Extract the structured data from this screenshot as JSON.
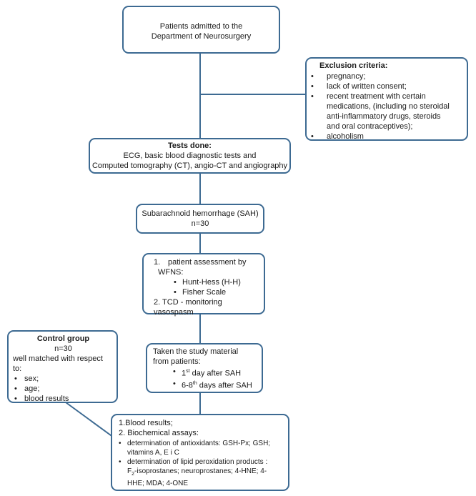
{
  "admitted": {
    "line1": "Patients admitted to the",
    "line2": "Department of Neurosurgery"
  },
  "exclusion": {
    "title": "Exclusion criteria:",
    "items": [
      "pregnancy;",
      "lack of written consent;",
      "recent treatment with certain",
      "medications, (including no steroidal",
      "anti-inflammatory drugs, steroids",
      "and oral contraceptives);",
      "alcoholism"
    ]
  },
  "tests": {
    "title": "Tests done:",
    "line1": "ECG, basic blood diagnostic tests and",
    "line2": "Computed tomography (CT), angio-CT and angiography"
  },
  "sah": {
    "line1": "Subarachnoid hemorrhage (SAH)",
    "line2": "n=30"
  },
  "assessment": {
    "item1_num": "1.",
    "item1_a": "patient assessment by",
    "item1_b": "WFNS:",
    "sub1": "Hunt-Hess (H-H)",
    "sub2": "Fisher Scale",
    "item2": "2. TCD - monitoring vasospasm"
  },
  "control": {
    "title": "Control group",
    "n": "n=30",
    "intro": "well matched with respect to:",
    "items": [
      "sex;",
      "age;",
      "blood results"
    ]
  },
  "material": {
    "line1": "Taken the study material",
    "line2": "from patients:",
    "d1_num": "1",
    "d1_sup": "st",
    "d1_rest": " day after SAH",
    "d2_num": "6-8",
    "d2_sup": "th",
    "d2_rest": " days after SAH"
  },
  "results": {
    "item1": "1.Blood results;",
    "item2": "2. Biochemical assays:",
    "b1_l1": "determination of antioxidants: GSH-Px; GSH;",
    "b1_l2": "vitamins A, E i C",
    "b2_l1": "determination of lipid peroxidation products :",
    "b2_l2a": "F",
    "b2_sub": "2",
    "b2_l2b": "-isoprostanes; neuroprostanes;  4-HNE; 4-",
    "b2_l3": "HHE; MDA; 4-ONE"
  },
  "bullet": "•"
}
